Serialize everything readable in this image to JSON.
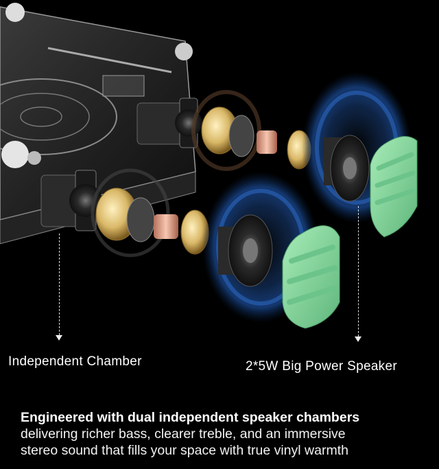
{
  "callouts": {
    "chamber_label": "Independent Chamber",
    "speaker_label": "2*5W Big Power Speaker"
  },
  "caption": {
    "headline": "Engineered with dual independent speaker chambers",
    "line2": "delivering richer bass, clearer treble, and an immersive",
    "line3": "stereo sound that fills your space with true vinyl warmth"
  },
  "colors": {
    "background": "#000000",
    "grille_green": "#8fd9a2",
    "wave_blue": "#1f5fb8",
    "brass": "#d9b868",
    "copper": "#e3a58a"
  }
}
